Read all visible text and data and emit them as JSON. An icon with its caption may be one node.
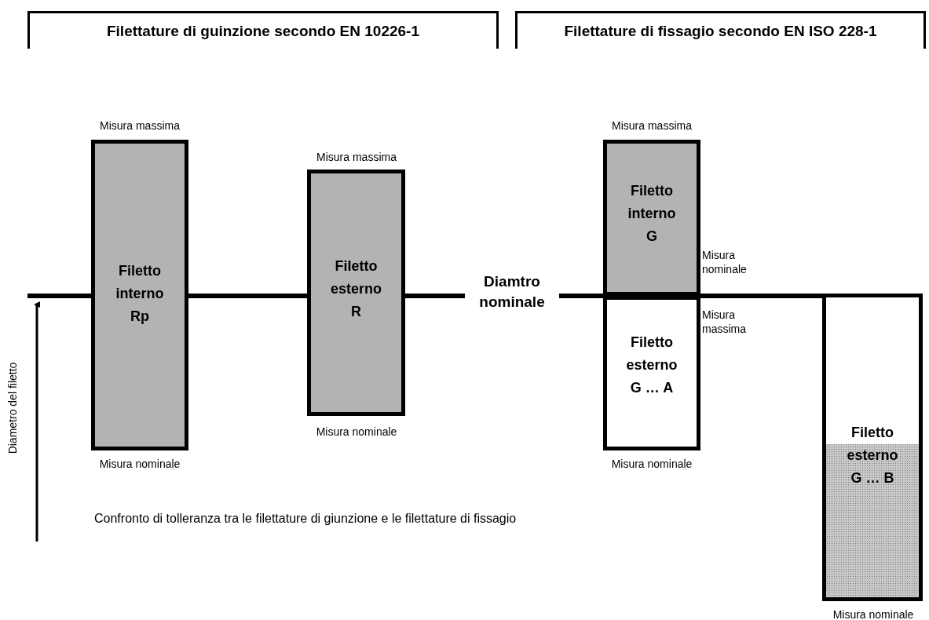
{
  "diagram": {
    "caption": "Confronto di tolleranza tra le filettature di giunzione e le filettature di fissagio",
    "nodes": [
      {
        "text": [
          "Filettature di guinzione secondo EN 10226-1"
        ]
      },
      {
        "text": [
          "Filettature di fissagio secondo EN ISO 228-1"
        ]
      },
      {
        "text": [
          "Filetto interno Rp"
        ],
        "beside": [
          "Misura massima",
          "Misura nominale"
        ]
      },
      {
        "text": [
          "Filetto esterno R"
        ],
        "beside": [
          "Misura massima",
          "Misura nominale"
        ]
      },
      {
        "text": [
          "Filetto interno G"
        ],
        "beside": [
          "Misura massima",
          "Misura nominale"
        ]
      },
      {
        "text": [
          "Filetto esterno G … A"
        ],
        "beside": [
          "Misura massima",
          "Misura nominale"
        ]
      },
      {
        "text": [
          "Filetto esterno G … B"
        ],
        "beside": [
          "Misura nominale"
        ]
      }
    ],
    "edges": [],
    "labels": [
      "Diamtro nominale",
      "Diametro del filetto"
    ]
  }
}
